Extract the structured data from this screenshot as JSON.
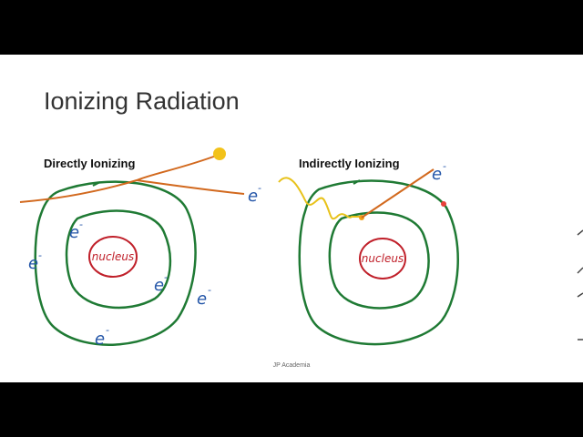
{
  "slide": {
    "title": "Ionizing Radiation",
    "left_label": "Directly Ionizing",
    "right_label": "Indirectly Ionizing",
    "nucleus_label": "nucleus",
    "electron_label": "e",
    "electron_charge": "-",
    "footer": "JP Academia"
  },
  "colors": {
    "orbit": "#1f7a34",
    "nucleus": "#c0202a",
    "electron": "#2456a8",
    "particle_track": "#d2691e",
    "particle": "#f2c21a",
    "photon": "#e8c21a",
    "impact": "#e8403a"
  }
}
